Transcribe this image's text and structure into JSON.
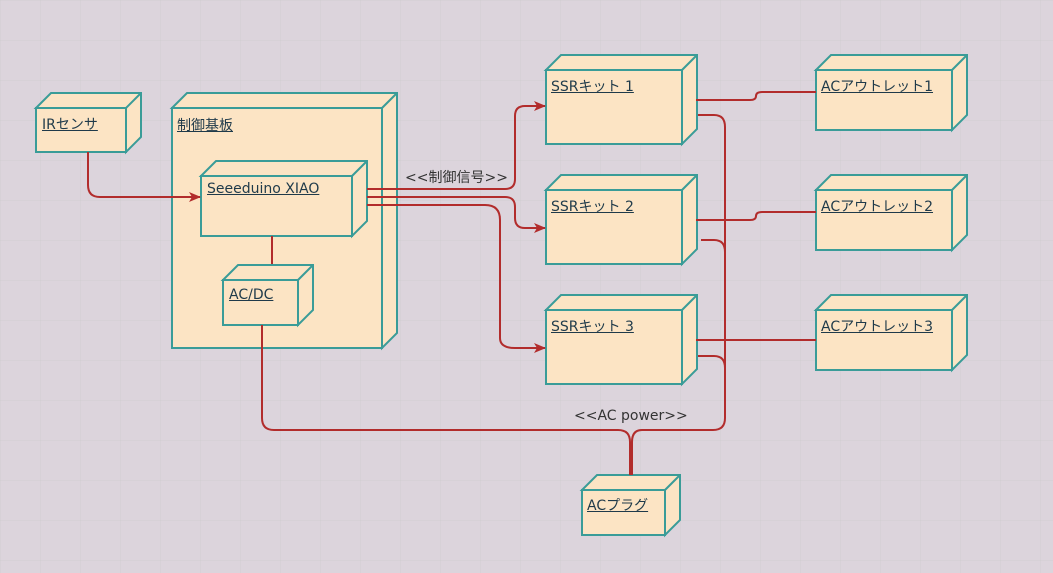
{
  "diagram": {
    "type": "deployment",
    "colors": {
      "node_fill": "#fce4c4",
      "node_stroke": "#3a9c98",
      "wire": "#b22c2c",
      "background": "#dcd4dc"
    },
    "nodes": [
      {
        "id": "ir",
        "label": "IRセンサ"
      },
      {
        "id": "board",
        "label": "制御基板"
      },
      {
        "id": "xiao",
        "label": "Seeeduino XIAO"
      },
      {
        "id": "acdc",
        "label": "AC/DC"
      },
      {
        "id": "ssr1",
        "label": "SSRキット 1"
      },
      {
        "id": "ssr2",
        "label": "SSRキット 2"
      },
      {
        "id": "ssr3",
        "label": "SSRキット 3"
      },
      {
        "id": "out1",
        "label": "ACアウトレット1"
      },
      {
        "id": "out2",
        "label": "ACアウトレット2"
      },
      {
        "id": "out3",
        "label": "ACアウトレット3"
      },
      {
        "id": "plug",
        "label": "ACプラグ"
      }
    ],
    "edge_labels": {
      "control": "<<制御信号>>",
      "power": "<<AC power>>"
    }
  }
}
